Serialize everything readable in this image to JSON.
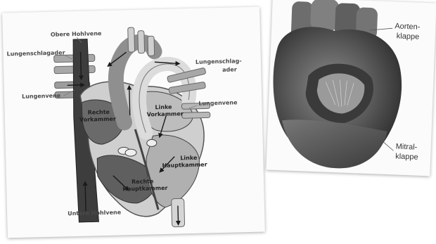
{
  "diagram": {
    "labels": {
      "obere_hohlvene": "Obere Hohlvene",
      "lungenschlagader_left": "Lungenschlagader",
      "lungenschlagader_right_1": "Lungenschlag-",
      "lungenschlagader_right_2": "ader",
      "lungenvene_left": "Lungenvene",
      "lungenvene_right": "Lungenvene",
      "rechte_vorkammer_1": "Rechte",
      "rechte_vorkammer_2": "Vorkammer",
      "linke_vorkammer_1": "Linke",
      "linke_vorkammer_2": "Vorkammer",
      "linke_hauptkammer_1": "Linke",
      "linke_hauptkammer_2": "Hauptkammer",
      "rechte_hauptkammer_1": "Rechte",
      "rechte_hauptkammer_2": "Hauptkammer",
      "untere_hohlvene": "Untere Hohlvene"
    }
  },
  "photo": {
    "labels": {
      "aortenklappe_1": "Aorten-",
      "aortenklappe_2": "klappe",
      "mitralklappe_1": "Mitral-",
      "mitralklappe_2": "klappe"
    }
  }
}
